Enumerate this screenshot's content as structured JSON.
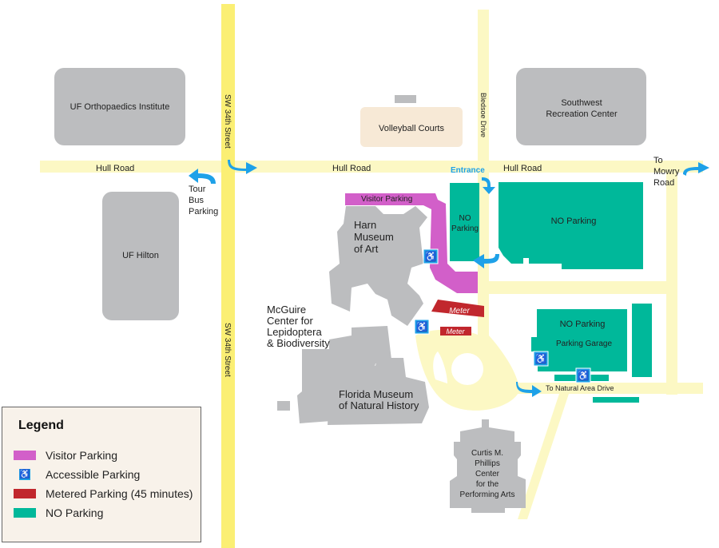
{
  "map": {
    "roads": {
      "hull_road_west": "Hull Road",
      "hull_road_center": "Hull Road",
      "hull_road_east": "Hull Road",
      "sw34_upper": "SW 34th Street",
      "sw34_lower": "SW 34th Street",
      "bledsoe": "Bledsoe Drive"
    },
    "buildings": {
      "orthopaedics": "UF Orthopaedics  Institute",
      "hilton": "UF Hilton",
      "volleyball": "Volleyball Courts",
      "recreation_1": "Southwest",
      "recreation_2": "Recreation Center",
      "harn_1": "Harn",
      "harn_2": "Museum",
      "harn_3": "of Art",
      "mcguire_1": "McGuire",
      "mcguire_2": "Center for",
      "mcguire_3": "Lepidoptera",
      "mcguire_4": "& Biodiversity",
      "flmnh_1": "Florida Museum",
      "flmnh_2": "of Natural History",
      "phillips_1": "Curtis M.",
      "phillips_2": "Phillips",
      "phillips_3": "Center",
      "phillips_4": "for the",
      "phillips_5": "Performing Arts"
    },
    "lots": {
      "visitor": "Visitor Parking",
      "no_parking_small_1": "NO",
      "no_parking_small_2": "Parking",
      "no_parking_large": "NO Parking",
      "garage_no": "NO Parking",
      "garage": "Parking Garage",
      "meter_1": "Meter",
      "meter_2": "Meter"
    },
    "directions": {
      "entrance": "Entrance",
      "tour_bus_1": "Tour",
      "tour_bus_2": "Bus",
      "tour_bus_3": "Parking",
      "mowry_1": "To",
      "mowry_2": "Mowry",
      "mowry_3": "Road",
      "natural_area": "To Natural Area Drive"
    },
    "colors": {
      "road": "#fcf8c4",
      "major_road": "#fbef74",
      "building": "#bcbdbf",
      "volleyball": "#f7e9d6",
      "visitor": "#d25fc9",
      "no_parking": "#00b89a",
      "meter": "#c1272d",
      "accessible": "#1ea1e8",
      "arrow": "#1ea1e8"
    }
  },
  "legend": {
    "title": "Legend",
    "items": [
      {
        "label": "Visitor Parking",
        "color": "#d25fc9"
      },
      {
        "label": "Accessible Parking",
        "color": "#1ea1e8"
      },
      {
        "label": "Metered Parking (45 minutes)",
        "color": "#c1272d"
      },
      {
        "label": "NO Parking",
        "color": "#00b89a"
      }
    ]
  }
}
